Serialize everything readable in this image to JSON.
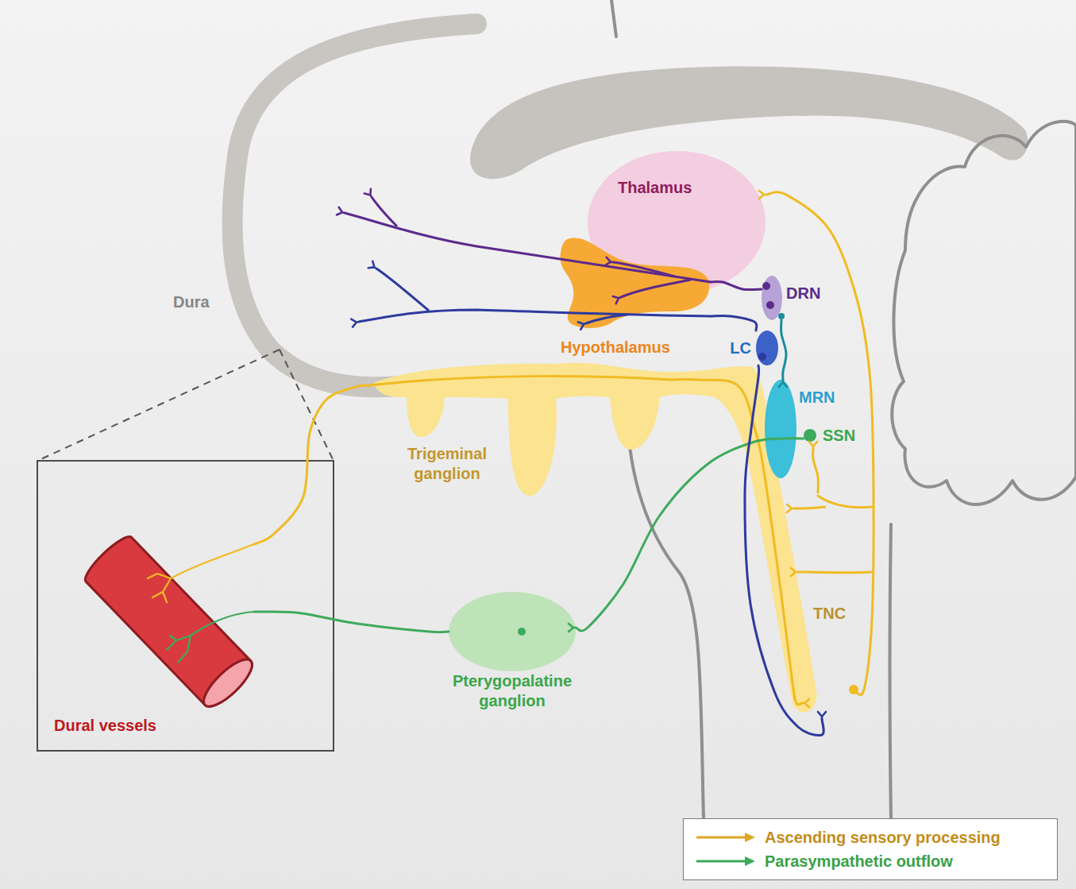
{
  "diagram": {
    "nodes": [
      {
        "text": [
          "Thalamus"
        ]
      },
      {
        "text": [
          "DRN"
        ]
      },
      {
        "text": [
          "Dura"
        ]
      },
      {
        "text": [
          "LC"
        ]
      },
      {
        "text": [
          "Hypothalamus"
        ]
      },
      {
        "text": [
          "MRN"
        ]
      },
      {
        "text": [
          "SSN"
        ]
      },
      {
        "text": [
          "Trigeminal ganglion"
        ]
      },
      {
        "text": [
          "TNC"
        ]
      },
      {
        "text": [
          "Pterygopalatine ganglion"
        ]
      },
      {
        "text": [
          "Dural vessels"
        ]
      }
    ],
    "edges": [
      {
        "from": 10,
        "to": 7,
        "arrow": "none"
      },
      {
        "from": 7,
        "to": 8,
        "arrow": "to"
      },
      {
        "from": 8,
        "to": 0,
        "arrow": "to"
      },
      {
        "from": 8,
        "to": 6,
        "arrow": "to"
      },
      {
        "from": 6,
        "to": 9,
        "arrow": "to"
      },
      {
        "from": 9,
        "to": 10,
        "arrow": "none"
      },
      {
        "from": 1,
        "to": 4,
        "arrow": "none"
      },
      {
        "from": 3,
        "to": 4,
        "arrow": "none"
      },
      {
        "from": 1,
        "to": 5,
        "arrow": "to"
      },
      {
        "from": 3,
        "to": 8,
        "arrow": "to"
      }
    ],
    "legend": [
      {
        "text": "Ascending sensory processing"
      },
      {
        "text": "Parasympathetic outflow"
      }
    ]
  }
}
